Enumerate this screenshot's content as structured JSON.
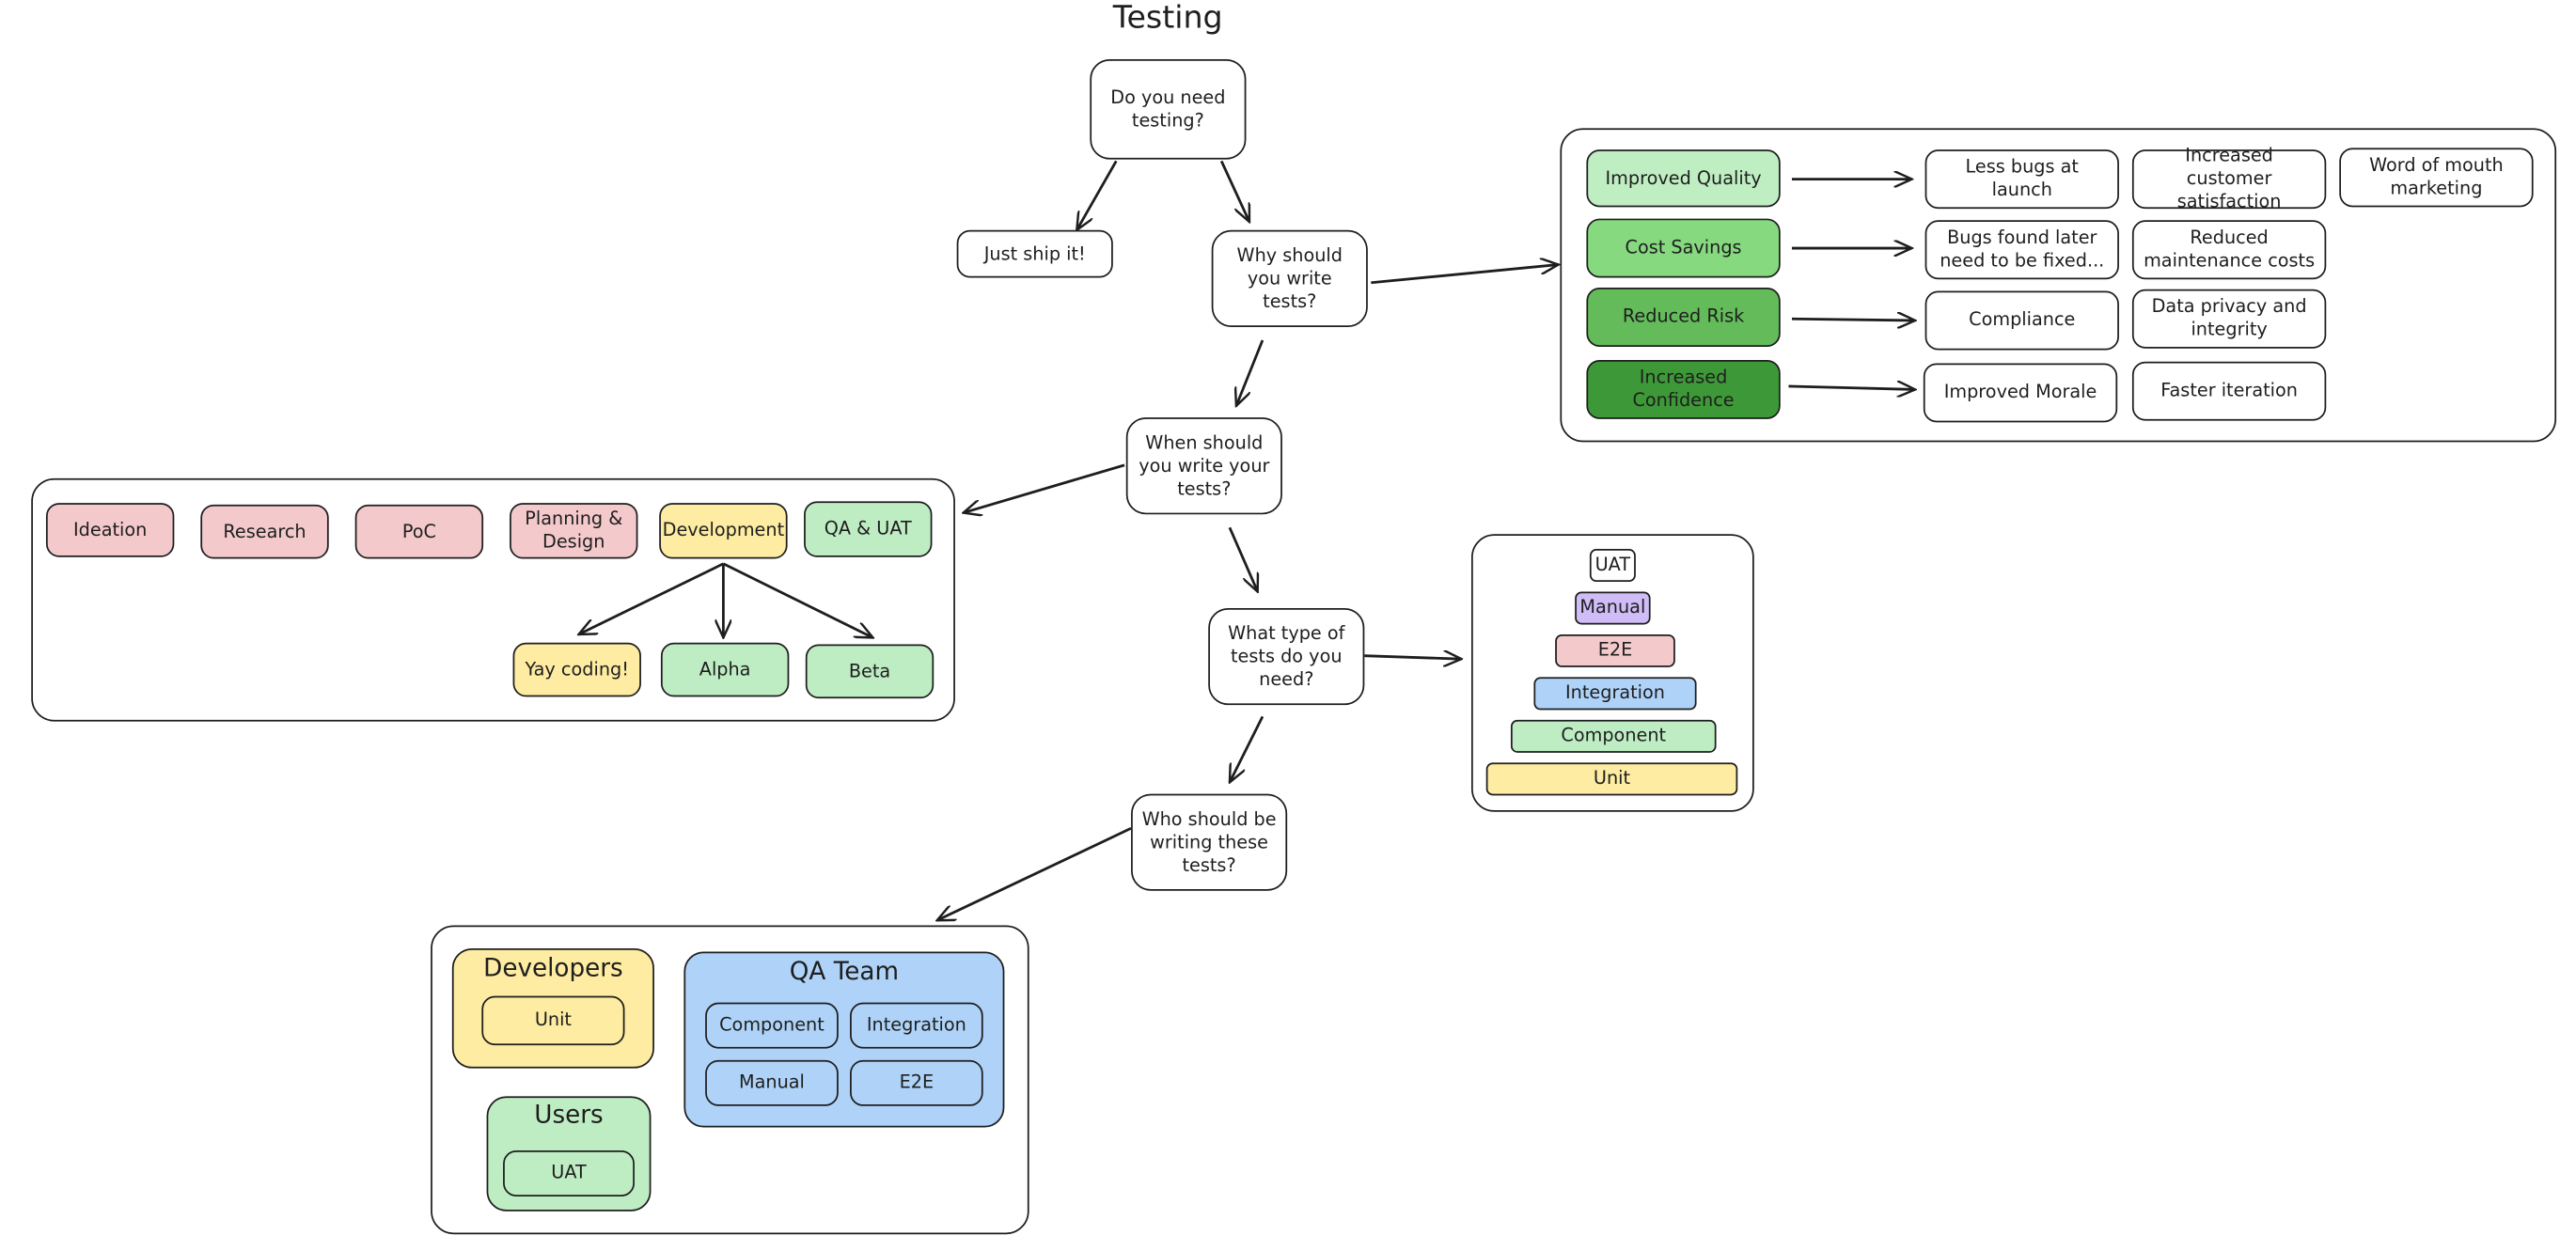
{
  "title": "Testing",
  "flow": {
    "need_testing": "Do you need testing?",
    "just_ship": "Just ship it!",
    "why": "Why should you write tests?",
    "when": "When should you write your tests?",
    "type": "What type of tests do you need?",
    "who": "Who should be writing these tests?"
  },
  "benefits": [
    {
      "label": "Improved Quality",
      "color": "#bfeec2",
      "effects": [
        "Less bugs at launch",
        "Increased customer satisfaction",
        "Word of mouth marketing"
      ]
    },
    {
      "label": "Cost Savings",
      "color": "#86d97f",
      "effects": [
        "Bugs found later need to be fixed...",
        "Reduced maintenance costs"
      ]
    },
    {
      "label": "Reduced Risk",
      "color": "#63bb5a",
      "effects": [
        "Compliance",
        "Data privacy and integrity"
      ]
    },
    {
      "label": "Increased Confidence",
      "color": "#3d9937",
      "effects": [
        "Improved Morale",
        "Faster iteration"
      ]
    }
  ],
  "phases": [
    "Ideation",
    "Research",
    "PoC",
    "Planning & Design",
    "Development",
    "QA & UAT"
  ],
  "dev_branches": [
    "Yay coding!",
    "Alpha",
    "Beta"
  ],
  "pyramid": [
    "UAT",
    "Manual",
    "E2E",
    "Integration",
    "Component",
    "Unit"
  ],
  "teams": {
    "developers": {
      "name": "Developers",
      "tests": [
        "Unit"
      ]
    },
    "qa": {
      "name": "QA Team",
      "tests": [
        "Component",
        "Integration",
        "Manual",
        "E2E"
      ]
    },
    "users": {
      "name": "Users",
      "tests": [
        "UAT"
      ]
    }
  },
  "colors": {
    "pink": "#f4c9cb",
    "yellow": "#fdeca1",
    "light_green": "#bfedc3",
    "blue": "#afd3f8",
    "purple": "#d0bdf7",
    "stroke": "#1e1e1e"
  }
}
